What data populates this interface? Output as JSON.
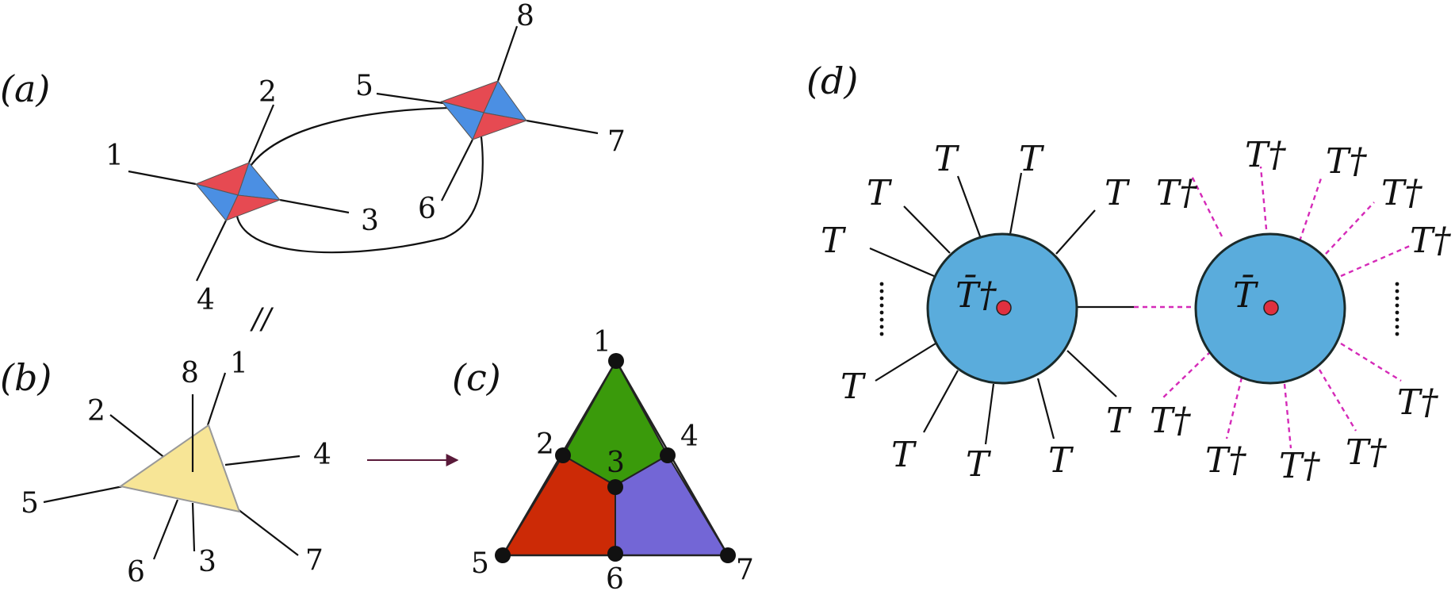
{
  "panels": {
    "a": "(a)",
    "b": "(b)",
    "c": "(c)",
    "d": "(d)"
  },
  "equiv_symbol": "//",
  "panel_a": {
    "leg_labels": [
      "1",
      "2",
      "3",
      "4",
      "5",
      "6",
      "7",
      "8"
    ],
    "colors": {
      "red": "#e64a52",
      "blue": "#4b8fe3"
    }
  },
  "panel_b": {
    "leg_labels": [
      "1",
      "2",
      "3",
      "4",
      "5",
      "6",
      "7",
      "8"
    ],
    "triangle_color": "#f7e596"
  },
  "panel_c": {
    "vertex_labels": [
      "1",
      "2",
      "3",
      "4",
      "5",
      "6",
      "7"
    ],
    "region_colors": {
      "top": "#3a9a0b",
      "left": "#cc2a06",
      "right": "#7366d6"
    }
  },
  "panel_d": {
    "left_node_label": "T̄†",
    "right_node_label": "T̄",
    "left_leg_label": "T",
    "right_leg_label": "T†",
    "node_color": "#5aacdc",
    "dot_color": "#e0303f",
    "dashed_color": "#d52ab8"
  }
}
